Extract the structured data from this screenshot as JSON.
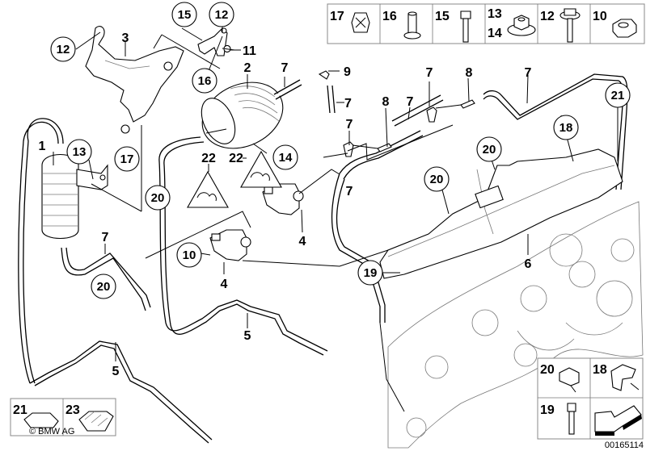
{
  "diagram": {
    "title": "Vacuum control / exhaust turbocharger parts diagram",
    "image_number": "00165114",
    "copyright": "© BMW AG",
    "callouts": [
      {
        "id": "c12a",
        "label": "12",
        "circled": true
      },
      {
        "id": "c3",
        "label": "3",
        "circled": false
      },
      {
        "id": "c15",
        "label": "15",
        "circled": true
      },
      {
        "id": "c12b",
        "label": "12",
        "circled": true
      },
      {
        "id": "c11",
        "label": "11",
        "circled": false
      },
      {
        "id": "c16",
        "label": "16",
        "circled": true
      },
      {
        "id": "c2",
        "label": "2",
        "circled": false
      },
      {
        "id": "c7a",
        "label": "7",
        "circled": false
      },
      {
        "id": "c9",
        "label": "9",
        "circled": false
      },
      {
        "id": "c7b",
        "label": "7",
        "circled": false
      },
      {
        "id": "c7c",
        "label": "7",
        "circled": false
      },
      {
        "id": "c8a",
        "label": "8",
        "circled": false
      },
      {
        "id": "c7d",
        "label": "7",
        "circled": false
      },
      {
        "id": "c7e",
        "label": "7",
        "circled": false
      },
      {
        "id": "c8b",
        "label": "8",
        "circled": false
      },
      {
        "id": "c7f",
        "label": "7",
        "circled": false
      },
      {
        "id": "c7g",
        "label": "7",
        "circled": false
      },
      {
        "id": "c21",
        "label": "21",
        "circled": true
      },
      {
        "id": "c18",
        "label": "18",
        "circled": true
      },
      {
        "id": "c20a",
        "label": "20",
        "circled": true
      },
      {
        "id": "c20b",
        "label": "20",
        "circled": true
      },
      {
        "id": "c1",
        "label": "1",
        "circled": false
      },
      {
        "id": "c13",
        "label": "13",
        "circled": true
      },
      {
        "id": "c17",
        "label": "17",
        "circled": true
      },
      {
        "id": "c22a",
        "label": "22",
        "circled": false
      },
      {
        "id": "c22b",
        "label": "22",
        "circled": false
      },
      {
        "id": "c14",
        "label": "14",
        "circled": true
      },
      {
        "id": "c20c",
        "label": "20",
        "circled": true
      },
      {
        "id": "c7h",
        "label": "7",
        "circled": false
      },
      {
        "id": "c20d",
        "label": "20",
        "circled": true
      },
      {
        "id": "c10",
        "label": "10",
        "circled": true
      },
      {
        "id": "c4a",
        "label": "4",
        "circled": false
      },
      {
        "id": "c4b",
        "label": "4",
        "circled": false
      },
      {
        "id": "c6",
        "label": "6",
        "circled": false
      },
      {
        "id": "c19",
        "label": "19",
        "circled": true
      },
      {
        "id": "c5a",
        "label": "5",
        "circled": false
      },
      {
        "id": "c5b",
        "label": "5",
        "circled": false
      }
    ]
  },
  "top_legend": [
    {
      "label": "17",
      "part": "castle nut"
    },
    {
      "label": "16",
      "part": "rivet nut"
    },
    {
      "label": "15",
      "part": "hex bolt"
    },
    {
      "label": "13",
      "label2": "14",
      "part": "flange nut"
    },
    {
      "label": "12",
      "part": "collar screw"
    },
    {
      "label": "10",
      "part": "hex nut"
    }
  ],
  "bottom_left_legend": [
    {
      "label": "21",
      "part": "clip"
    },
    {
      "label": "23",
      "part": "cable holder"
    }
  ],
  "bottom_right_legend": [
    {
      "label": "20",
      "part": "clamp"
    },
    {
      "label": "18",
      "part": "clip"
    },
    {
      "label": "19",
      "part": "screw"
    },
    {
      "label": "",
      "part": "direction arrow"
    }
  ]
}
